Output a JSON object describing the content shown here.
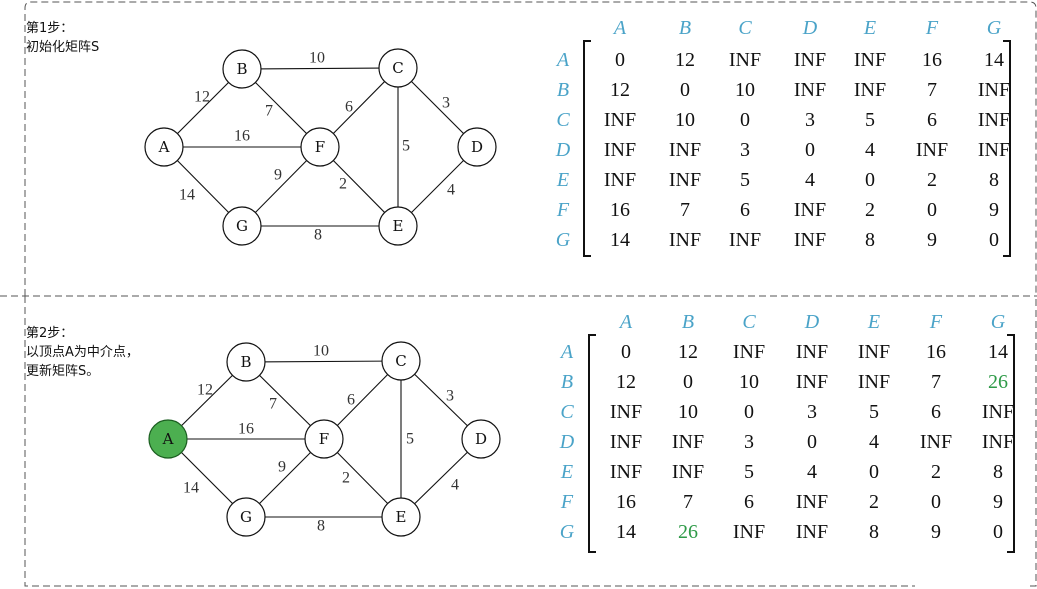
{
  "colors": {
    "header_blue": "#4aa3c8",
    "update_green": "#2e9a48",
    "highlight_fill": "#4caf50",
    "ink": "#111111"
  },
  "node_ids": [
    "A",
    "B",
    "C",
    "D",
    "E",
    "F",
    "G"
  ],
  "edges": [
    {
      "from": "A",
      "to": "B",
      "weight": "12"
    },
    {
      "from": "A",
      "to": "F",
      "weight": "16"
    },
    {
      "from": "A",
      "to": "G",
      "weight": "14"
    },
    {
      "from": "B",
      "to": "C",
      "weight": "10"
    },
    {
      "from": "B",
      "to": "F",
      "weight": "7"
    },
    {
      "from": "C",
      "to": "F",
      "weight": "6"
    },
    {
      "from": "C",
      "to": "D",
      "weight": "3"
    },
    {
      "from": "C",
      "to": "E",
      "weight": "5"
    },
    {
      "from": "F",
      "to": "G",
      "weight": "9"
    },
    {
      "from": "F",
      "to": "E",
      "weight": "2"
    },
    {
      "from": "D",
      "to": "E",
      "weight": "4"
    },
    {
      "from": "G",
      "to": "E",
      "weight": "8"
    }
  ],
  "steps": [
    {
      "caption_lines": [
        "第1步：",
        "初始化矩阵S"
      ],
      "highlight_node": null,
      "col_headers": [
        "A",
        "B",
        "C",
        "D",
        "E",
        "F",
        "G"
      ],
      "row_headers": [
        "A",
        "B",
        "C",
        "D",
        "E",
        "F",
        "G"
      ],
      "matrix": [
        [
          "0",
          "12",
          "INF",
          "INF",
          "INF",
          "16",
          "14"
        ],
        [
          "12",
          "0",
          "10",
          "INF",
          "INF",
          "7",
          "INF"
        ],
        [
          "INF",
          "10",
          "0",
          "3",
          "5",
          "6",
          "INF"
        ],
        [
          "INF",
          "INF",
          "3",
          "0",
          "4",
          "INF",
          "INF"
        ],
        [
          "INF",
          "INF",
          "5",
          "4",
          "0",
          "2",
          "8"
        ],
        [
          "16",
          "7",
          "6",
          "INF",
          "2",
          "0",
          "9"
        ],
        [
          "14",
          "INF",
          "INF",
          "INF",
          "8",
          "9",
          "0"
        ]
      ],
      "updated_cells": []
    },
    {
      "caption_lines": [
        "第2步：",
        "以顶点A为中介点，",
        "更新矩阵S。"
      ],
      "highlight_node": "A",
      "col_headers": [
        "A",
        "B",
        "C",
        "D",
        "E",
        "F",
        "G"
      ],
      "row_headers": [
        "A",
        "B",
        "C",
        "D",
        "E",
        "F",
        "G"
      ],
      "matrix": [
        [
          "0",
          "12",
          "INF",
          "INF",
          "INF",
          "16",
          "14"
        ],
        [
          "12",
          "0",
          "10",
          "INF",
          "INF",
          "7",
          "26"
        ],
        [
          "INF",
          "10",
          "0",
          "3",
          "5",
          "6",
          "INF"
        ],
        [
          "INF",
          "INF",
          "3",
          "0",
          "4",
          "INF",
          "INF"
        ],
        [
          "INF",
          "INF",
          "5",
          "4",
          "0",
          "2",
          "8"
        ],
        [
          "16",
          "7",
          "6",
          "INF",
          "2",
          "0",
          "9"
        ],
        [
          "14",
          "26",
          "INF",
          "INF",
          "8",
          "9",
          "0"
        ]
      ],
      "updated_cells": [
        [
          1,
          6
        ],
        [
          6,
          1
        ]
      ]
    }
  ]
}
